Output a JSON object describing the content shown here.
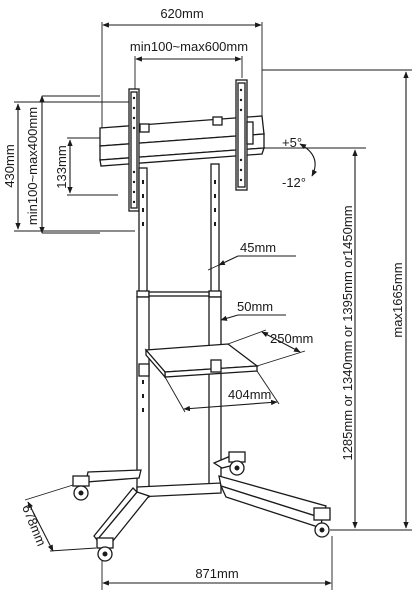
{
  "dimensions": {
    "bracket_width_total": "620mm",
    "vesa_horizontal": "min100~max600mm",
    "bracket_height": "430mm",
    "vesa_vertical": "min100~max400mm",
    "plate_height": "133mm",
    "tilt_up": "+5°",
    "tilt_down": "-12°",
    "height_options": "1285mm or 1340mm or 1395mm or1450mm",
    "max_height": "max1665mm",
    "column_spacing_45": "45mm",
    "column_spacing_50": "50mm",
    "shelf_depth": "250mm",
    "shelf_width": "404mm",
    "base_depth": "678mm",
    "base_width": "871mm"
  }
}
